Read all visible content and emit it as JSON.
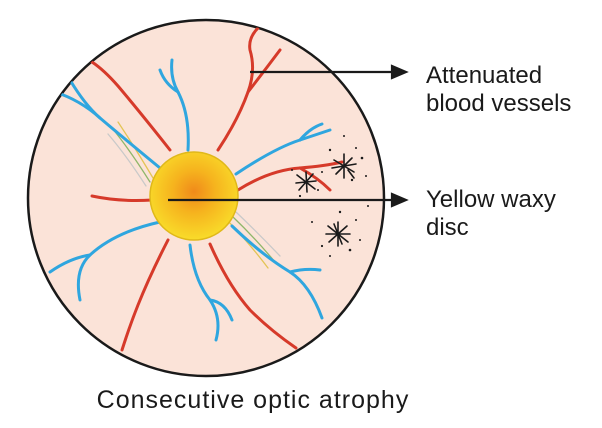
{
  "labels": {
    "vessels_line1": "Attenuated",
    "vessels_line2": "blood vessels",
    "disc_line1": "Yellow waxy",
    "disc_line2": "disc"
  },
  "caption": "Consecutive optic atrophy",
  "colors": {
    "fundus": "#fbe3d8",
    "outline": "#1a1a1a",
    "artery": "#d63a2a",
    "vein": "#2fa6df",
    "disc_outer": "#f7d21e",
    "disc_center": "#f08a1a",
    "pigment": "#1a1a1a"
  }
}
